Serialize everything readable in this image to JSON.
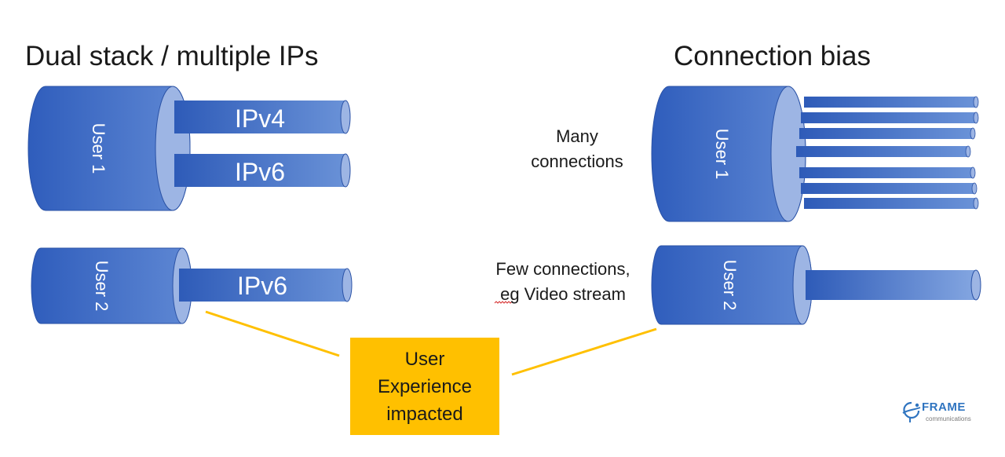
{
  "left_panel": {
    "title": "Dual stack / multiple IPs",
    "user1_label": "User 1",
    "user2_label": "User 2",
    "pipe_ipv4_label": "IPv4",
    "pipe_ipv6_label": "IPv6",
    "pipe_user2_label": "IPv6"
  },
  "right_panel": {
    "title": "Connection bias",
    "user1_label": "User 1",
    "user2_label": "User 2",
    "note_many_line1": "Many",
    "note_many_line2": "connections",
    "note_few_line1": "Few connections,",
    "note_few_line2": "eg Video stream"
  },
  "callout": {
    "line1": "User",
    "line2": "Experience",
    "line3": "impacted"
  },
  "logo": {
    "name": "FRAME",
    "sub": "communications"
  },
  "colors": {
    "cylinder_dark": "#2f5dbc",
    "cylinder_light": "#5f88d4",
    "cylinder_face": "#9db5e4",
    "callout_fill": "#ffc000",
    "connector_line": "#ffc000",
    "logo_blue": "#2f74c0"
  }
}
